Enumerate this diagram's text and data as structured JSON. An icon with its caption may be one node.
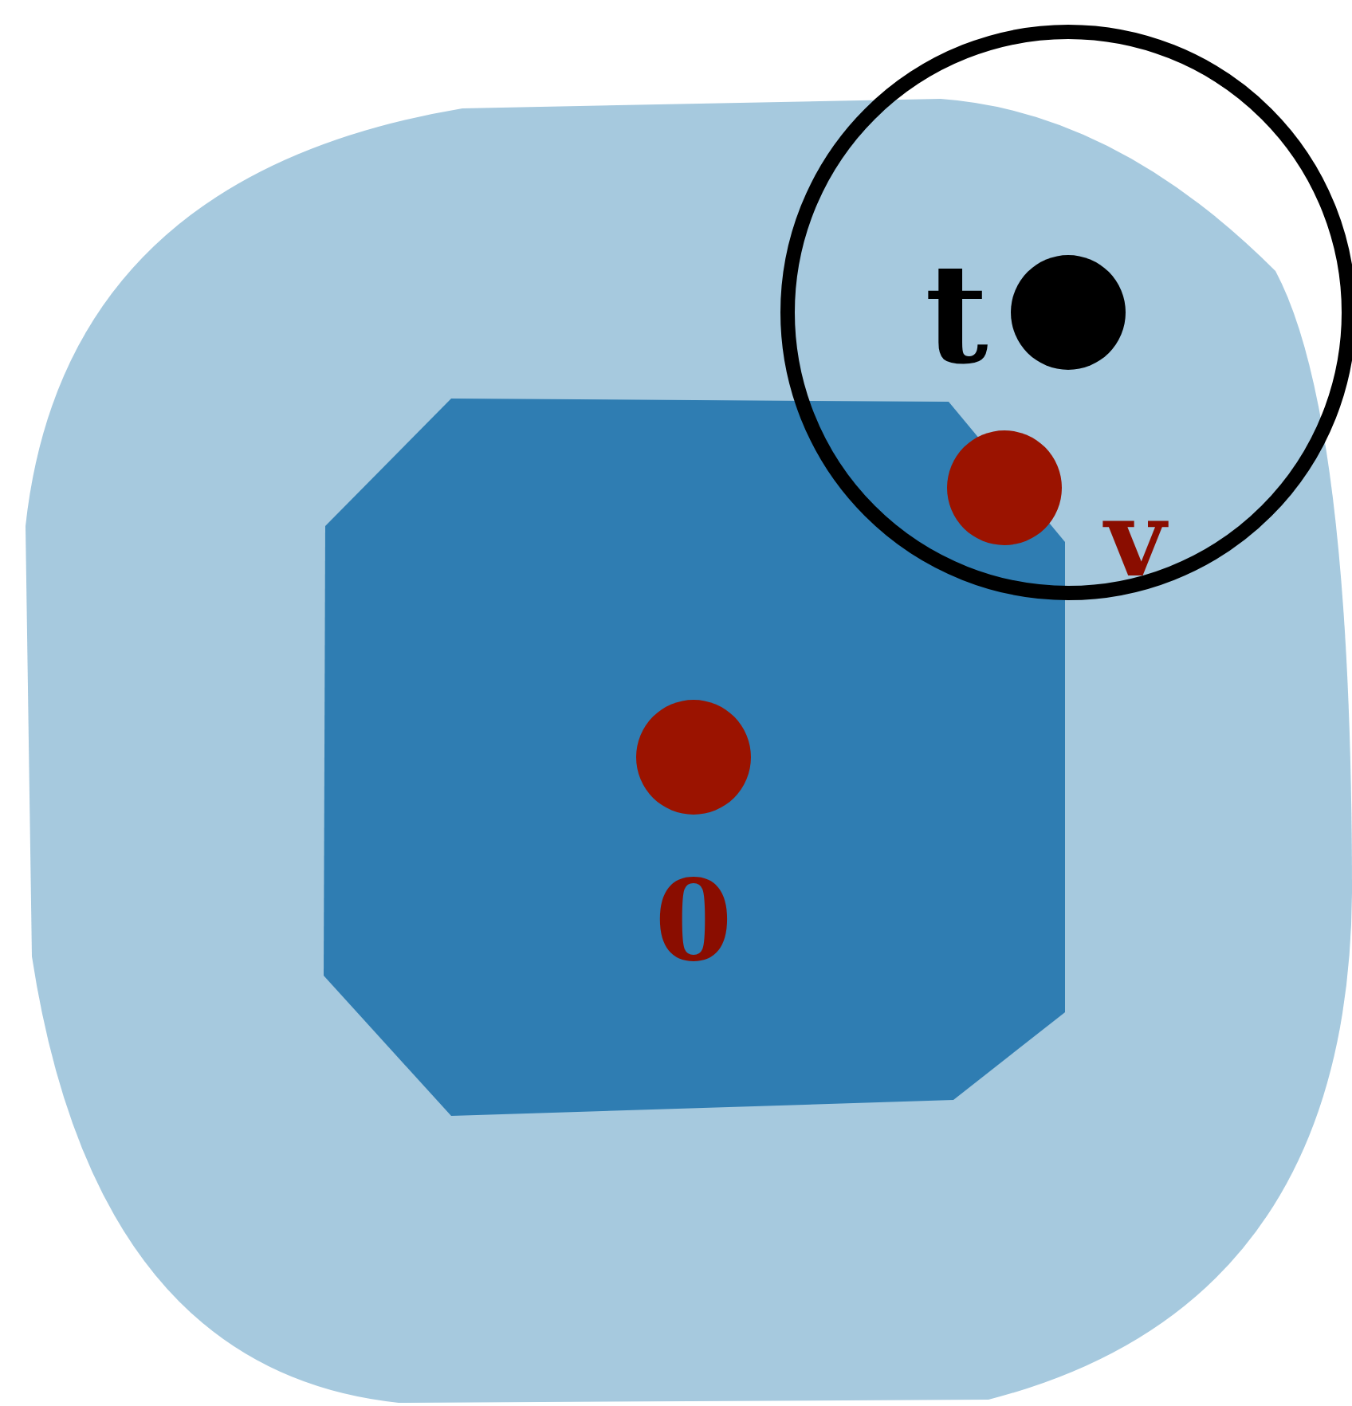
{
  "diagram": {
    "labels": [
      "t",
      "v",
      "0"
    ]
  }
}
